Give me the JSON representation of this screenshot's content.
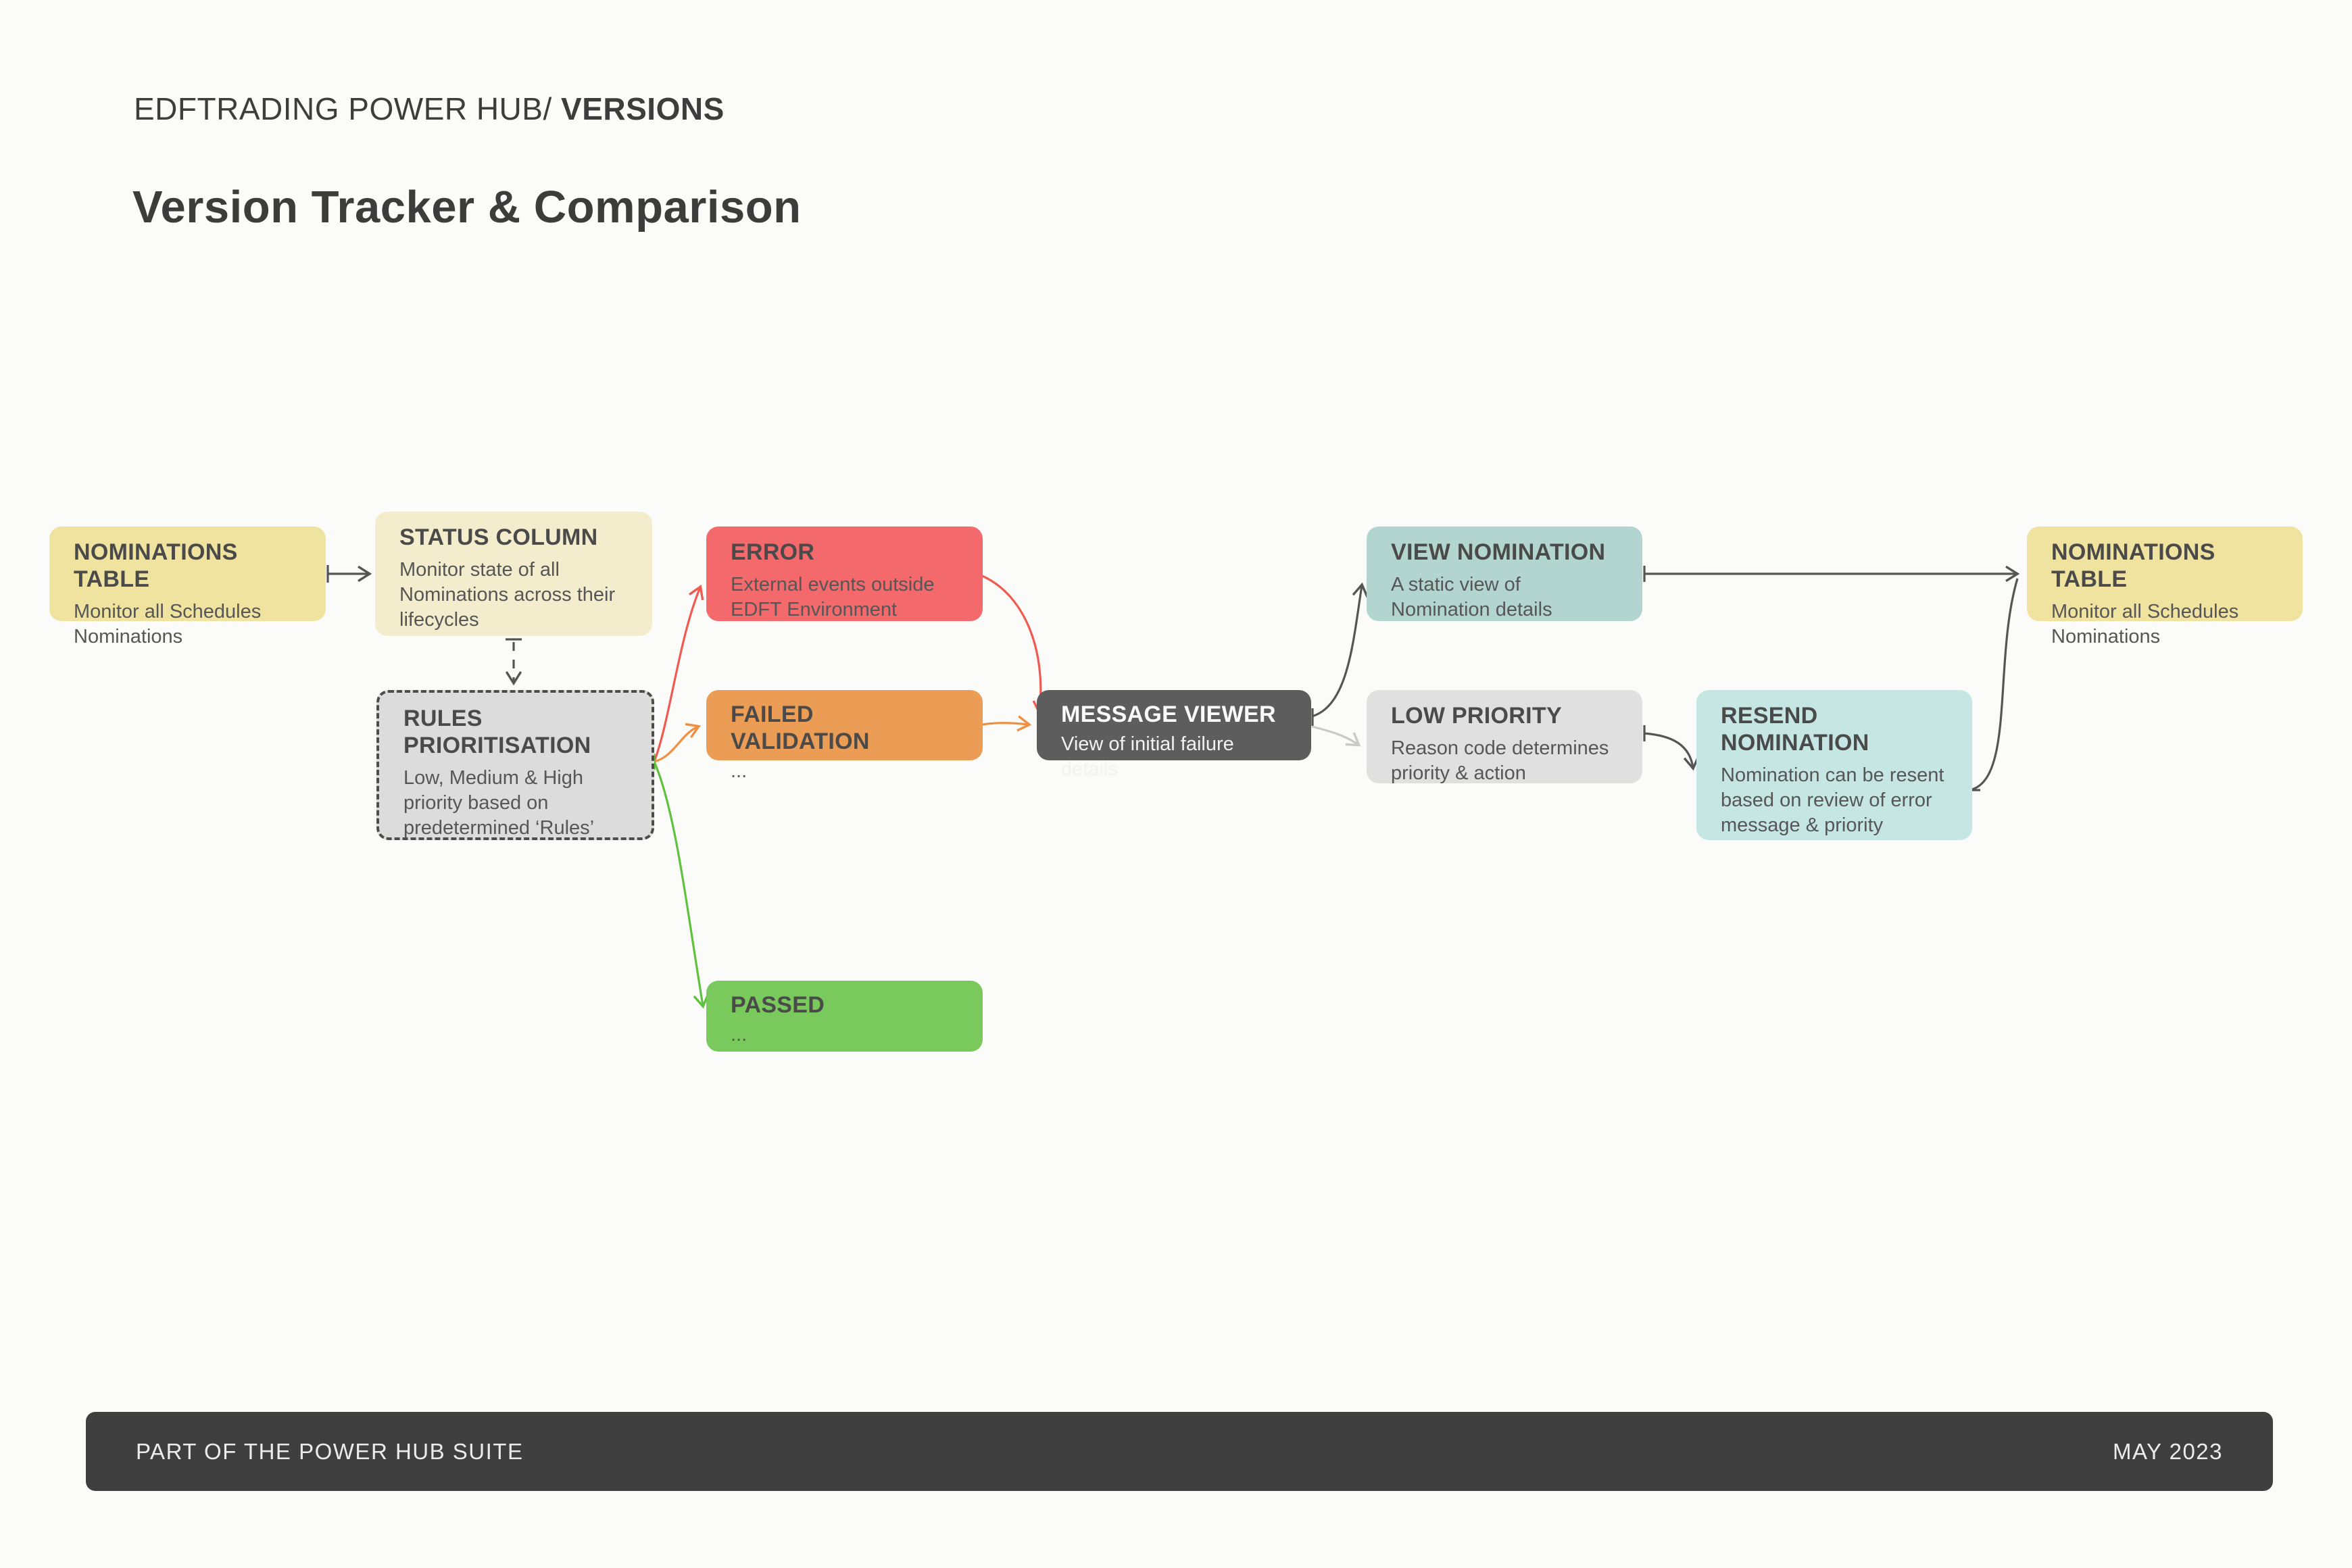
{
  "header": {
    "breadcrumb_prefix": "EDFTRADING POWER HUB/ ",
    "breadcrumb_current": "VERSIONS",
    "title": "Version Tracker & Comparison"
  },
  "nodes": {
    "nominations_left": {
      "title": "NOMINATIONS TABLE",
      "body": "Monitor all Schedules Nominations",
      "color": "#f0e3a0"
    },
    "status_column": {
      "title": "STATUS COLUMN",
      "body": "Monitor state of all Nominations across their lifecycles",
      "color": "#f3edcd"
    },
    "rules": {
      "title": "RULES PRIORITISATION",
      "body": "Low, Medium & High priority based on predetermined ‘Rules’",
      "color": "#dcdcdc",
      "border": "dashed"
    },
    "error": {
      "title": "ERROR",
      "body": "External events outside EDFT Environment",
      "color": "#f4696b"
    },
    "failed_validation": {
      "title": "FAILED VALIDATION",
      "body": "...",
      "color": "#eb9c55"
    },
    "passed": {
      "title": "PASSED",
      "body": "...",
      "color": "#7ac95c"
    },
    "message_viewer": {
      "title": "MESSAGE VIEWER",
      "body": "View of initial failure details",
      "color": "#5d5d5d"
    },
    "view_nomination": {
      "title": "VIEW NOMINATION",
      "body": "A static view of Nomination details",
      "color": "#b2d5cf"
    },
    "low_priority": {
      "title": "LOW PRIORITY",
      "body": "Reason code determines priority & action",
      "color": "#e0e0e0"
    },
    "resend_nomination": {
      "title": "RESEND NOMINATION",
      "body": "Nomination can be resent based on review of error message & priority",
      "color": "#c5e6e3"
    },
    "nominations_right": {
      "title": "NOMINATIONS TABLE",
      "body": "Monitor all Schedules Nominations",
      "color": "#f0e3a0"
    }
  },
  "edges": [
    {
      "from": "nominations_left",
      "to": "status_column",
      "style": "solid",
      "color": "#555555"
    },
    {
      "from": "status_column",
      "to": "rules",
      "style": "dashed",
      "color": "#555555"
    },
    {
      "from": "rules",
      "to": "error",
      "style": "curved",
      "color": "#ef5b52"
    },
    {
      "from": "rules",
      "to": "failed_validation",
      "style": "curved",
      "color": "#ee8f43"
    },
    {
      "from": "rules",
      "to": "passed",
      "style": "curved",
      "color": "#5fc13d"
    },
    {
      "from": "error",
      "to": "message_viewer",
      "style": "curved",
      "color": "#ef5b52"
    },
    {
      "from": "failed_validation",
      "to": "message_viewer",
      "style": "curved",
      "color": "#ee8f43"
    },
    {
      "from": "message_viewer",
      "to": "view_nomination",
      "style": "curved",
      "color": "#555555"
    },
    {
      "from": "message_viewer",
      "to": "low_priority",
      "style": "curved",
      "color": "#c9c9c9"
    },
    {
      "from": "low_priority",
      "to": "resend_nomination",
      "style": "curved",
      "color": "#555555"
    },
    {
      "from": "view_nomination",
      "to": "nominations_right",
      "style": "solid",
      "color": "#555555"
    },
    {
      "from": "resend_nomination",
      "to": "nominations_right",
      "style": "curved",
      "color": "#555555"
    }
  ],
  "footer": {
    "left": "PART OF THE POWER HUB SUITE",
    "right": "MAY 2023"
  },
  "palette": {
    "background": "#fbfbf9",
    "heading_text": "#3d3d3d",
    "node_title_text": "#4a4a4a",
    "node_body_text": "#565656",
    "footer_bg": "#3f3f3f",
    "footer_text": "#ececec"
  }
}
